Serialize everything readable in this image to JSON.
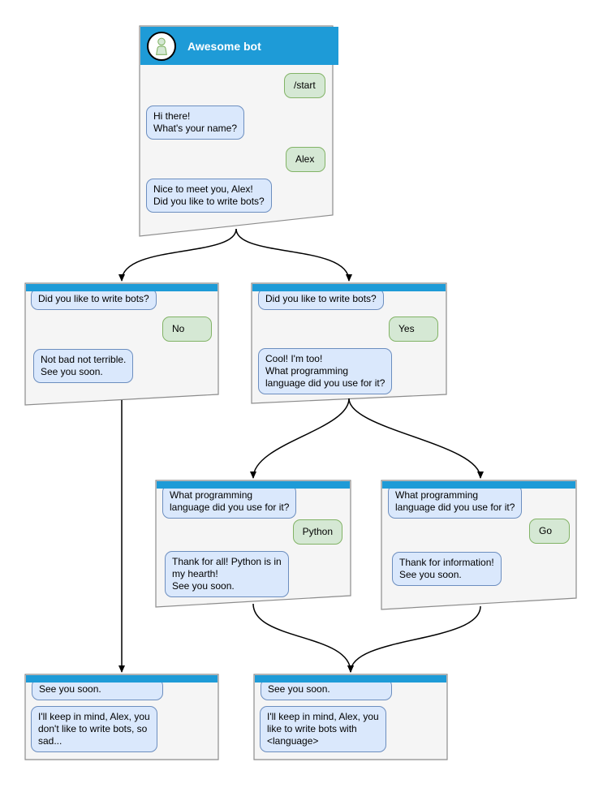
{
  "diagram_type": "chatbot-conversation-flowchart",
  "colors": {
    "header_blue": "#1e9bd7",
    "box_fill": "#f5f5f5",
    "box_border": "#8c8c8c",
    "bot_bubble_fill": "#dae8fc",
    "bot_bubble_border": "#6c8ebf",
    "user_bubble_fill": "#d5e8d4",
    "user_bubble_border": "#82b366",
    "connector": "#000000"
  },
  "nodes": [
    {
      "id": "main-chat",
      "title": "Awesome bot",
      "avatar_icon": "person-icon",
      "messages": [
        {
          "from": "user",
          "text": "/start"
        },
        {
          "from": "bot",
          "text": "Hi there!\nWhat's your name?"
        },
        {
          "from": "user",
          "text": "Alex"
        },
        {
          "from": "bot",
          "text": "Nice to meet you, Alex!\nDid you like to write bots?"
        }
      ]
    },
    {
      "id": "branch-no",
      "messages": [
        {
          "from": "bot",
          "text": "Did you like to write bots?"
        },
        {
          "from": "user",
          "text": "No"
        },
        {
          "from": "bot",
          "text": "Not bad not terrible.\nSee you soon."
        }
      ]
    },
    {
      "id": "branch-yes",
      "messages": [
        {
          "from": "bot",
          "text": "Did you like to write bots?"
        },
        {
          "from": "user",
          "text": "Yes"
        },
        {
          "from": "bot",
          "text": "Cool! I'm too!\nWhat programming\nlanguage did you use for it?"
        }
      ]
    },
    {
      "id": "lang-python",
      "messages": [
        {
          "from": "bot",
          "text": "What programming\nlanguage did you use for it?"
        },
        {
          "from": "user",
          "text": "Python"
        },
        {
          "from": "bot",
          "text": "Thank for all! Python is in\nmy hearth!\nSee you soon."
        }
      ]
    },
    {
      "id": "lang-go",
      "messages": [
        {
          "from": "bot",
          "text": "What programming\nlanguage did you use for it?"
        },
        {
          "from": "user",
          "text": "Go"
        },
        {
          "from": "bot",
          "text": "Thank for information!\nSee you soon."
        }
      ]
    },
    {
      "id": "end-no",
      "messages": [
        {
          "from": "bot",
          "text": "See you soon."
        },
        {
          "from": "bot",
          "text": "I'll keep in mind, Alex, you\ndon't like to write bots, so\nsad..."
        }
      ]
    },
    {
      "id": "end-yes",
      "messages": [
        {
          "from": "bot",
          "text": "See you soon."
        },
        {
          "from": "bot",
          "text": "I'll keep in mind, Alex, you\nlike to write bots with\n<language>"
        }
      ]
    }
  ]
}
